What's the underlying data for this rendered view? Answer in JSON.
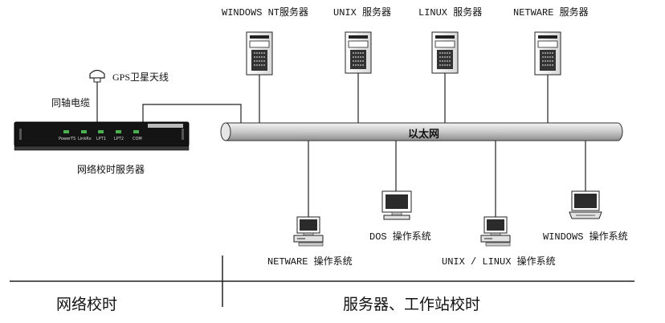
{
  "servers": [
    {
      "label": "WINDOWS NT服务器"
    },
    {
      "label": "UNIX 服务器"
    },
    {
      "label": "LINUX 服务器"
    },
    {
      "label": "NETWARE 服务器"
    }
  ],
  "clients": [
    {
      "label": "NETWARE 操作系统"
    },
    {
      "label": "DOS 操作系统"
    },
    {
      "label": "UNIX / LINUX 操作系统"
    },
    {
      "label": "WINDOWS 操作系统"
    }
  ],
  "bus": {
    "label": "以太网"
  },
  "device": {
    "antenna_label": "GPS卫星天线",
    "cable_label": "同轴电缆",
    "name_label": "网络校时服务器",
    "panel_leds": [
      "PowerTS",
      "LinkRx",
      "LPT1",
      "LPT2",
      "COM"
    ]
  },
  "sections": {
    "left": "网络校时",
    "right": "服务器、工作站校时"
  }
}
